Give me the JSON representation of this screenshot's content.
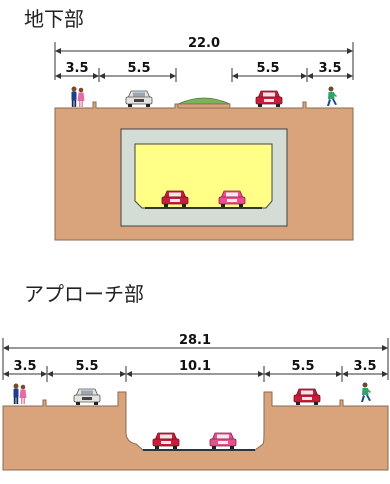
{
  "sections": [
    {
      "title": "地下部",
      "total": "22.0",
      "dims": [
        "3.5",
        "5.5",
        "5.5",
        "3.5"
      ]
    },
    {
      "title": "アプローチ部",
      "total": "28.1",
      "dims": [
        "3.5",
        "5.5",
        "10.1",
        "5.5",
        "3.5"
      ]
    }
  ],
  "colors": {
    "earth": "#D9A47C",
    "tunnel_fill": "#FFFF88",
    "tunnel_lining": "#D3DDD6",
    "road_line": "#333333",
    "car_white": "#E6E2DC",
    "car_red": "#C41E3A",
    "car_pink": "#E8508B",
    "median_green": "#7BB25C"
  },
  "icons": [
    "pedestrian-couple-icon",
    "car-white-icon",
    "car-red-icon",
    "car-pink-icon",
    "pedestrian-runner-icon",
    "grass-median-icon"
  ]
}
